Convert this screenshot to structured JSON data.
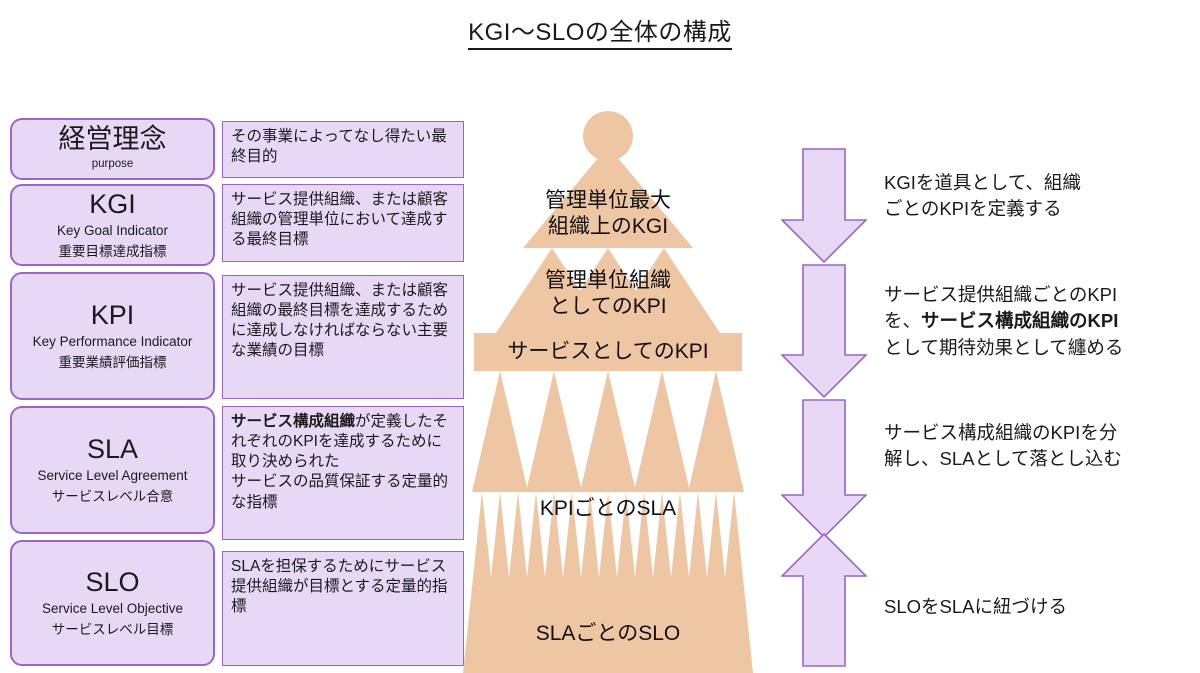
{
  "title": "KGI〜SLOの全体の構成",
  "colors": {
    "box_fill": "#E7D9F6",
    "box_border": "#9A66C4",
    "pyramid_fill": "#EFC6A4",
    "text": "#1a1a1a"
  },
  "terms": [
    {
      "abbr": "経営理念",
      "english": "purpose",
      "japanese": "",
      "description_plain": "その事業によってなし得たい最終目的",
      "description_html": "その事業によってなし得たい最終目的"
    },
    {
      "abbr": "KGI",
      "english": "Key Goal Indicator",
      "japanese": "重要目標達成指標",
      "description_plain": "サービス提供組織、または顧客組織の管理単位において達成する最終目標",
      "description_html": "サービス提供組織、または顧客組織の管理単位において達成する最終目標"
    },
    {
      "abbr": "KPI",
      "english": "Key Performance Indicator",
      "japanese": "重要業績評価指標",
      "description_plain": "サービス提供組織、または顧客組織の最終目標を達成するために達成しなければならない主要な業績の目標",
      "description_html": "サービス提供組織、または顧客組織の最終目標を達成するために達成しなければならない主要な業績の目標"
    },
    {
      "abbr": "SLA",
      "english": "Service Level Agreement",
      "japanese": "サービスレベル合意",
      "description_plain": "サービス構成組織が定義したそれぞれのKPIを達成するために取り決められたサービスの品質保証する定量的な指標",
      "description_html": "<b>サービス構成組織</b>が定義したそれぞれのKPIを達成するために取り決められた<br>サービスの品質保証する定量的な指標"
    },
    {
      "abbr": "SLO",
      "english": "Service Level Objective",
      "japanese": "サービスレベル目標",
      "description_plain": "SLAを担保するためにサービス提供組織が目標とする定量的指標",
      "description_html": "SLAを担保するためにサービス提供組織が目標とする定量的指標"
    }
  ],
  "pyramid": {
    "levels": [
      {
        "id": "kgi",
        "label_line1": "管理単位最大",
        "label_line2": "組織上のKGI",
        "shape_count": 1
      },
      {
        "id": "kpi-org",
        "label_line1": "管理単位組織",
        "label_line2": "としてのKPI",
        "shape_count": 3
      },
      {
        "id": "kpi-service",
        "label_line1": "サービスとしてのKPI",
        "label_line2": "",
        "shape_count": 1
      },
      {
        "id": "sla",
        "label_line1": "KPIごとのSLA",
        "label_line2": "",
        "shape_count": 5
      },
      {
        "id": "slo",
        "label_line1": "SLAごとのSLO",
        "label_line2": "",
        "shape_count": 15
      }
    ]
  },
  "flows": [
    {
      "direction": "down",
      "text_plain": "KGIを道具として、組織ごとのKPIを定義する",
      "text_html": "KGIを道具として、組織<br>ごとのKPIを定義する"
    },
    {
      "direction": "down",
      "text_plain": "サービス提供組織ごとのKPIを、サービス構成組織のKPIとして期待効果として纏める",
      "text_html": "サービス提供組織ごとのKPI<br>を、<b>サービス構成組織のKPI</b><br>として期待効果として纏める"
    },
    {
      "direction": "down",
      "text_plain": "サービス構成組織のKPIを分解し、SLAとして落とし込む",
      "text_html": "サービス構成組織のKPIを分<br>解し、SLAとして落とし込む"
    },
    {
      "direction": "up",
      "text_plain": "SLOをSLAに紐づける",
      "text_html": "SLOをSLAに紐づける"
    }
  ]
}
